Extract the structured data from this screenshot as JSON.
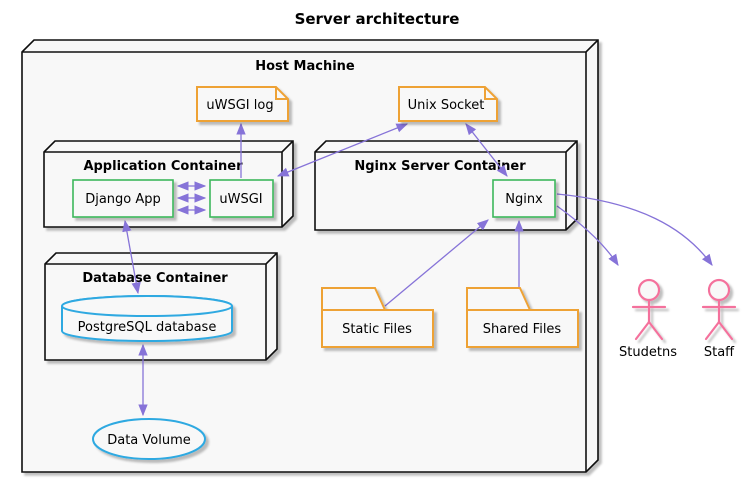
{
  "title": "Server architecture",
  "colors": {
    "arrow": "#8673d8",
    "orange": "#eea236",
    "green": "#3cb85c",
    "blue": "#2fa9e1",
    "pink": "#f4719c",
    "fill": "#f8f8f8",
    "line": "#111111"
  },
  "nodes": {
    "host": {
      "label": "Host Machine",
      "shape": "node-3d"
    },
    "uwsgi_log": {
      "label": "uWSGI log",
      "shape": "file"
    },
    "unix_socket": {
      "label": "Unix Socket",
      "shape": "file"
    },
    "app_container": {
      "label": "Application Container",
      "shape": "node-3d"
    },
    "django": {
      "label": "Django App",
      "shape": "rectangle"
    },
    "uwsgi": {
      "label": "uWSGI",
      "shape": "rectangle"
    },
    "nginx_container": {
      "label": "Nginx Server Container",
      "shape": "node-3d"
    },
    "nginx": {
      "label": "Nginx",
      "shape": "rectangle"
    },
    "db_container": {
      "label": "Database Container",
      "shape": "node-3d"
    },
    "postgres": {
      "label": "PostgreSQL database",
      "shape": "database-cylinder"
    },
    "data_volume": {
      "label": "Data Volume",
      "shape": "ellipse"
    },
    "static_files": {
      "label": "Static Files",
      "shape": "folder"
    },
    "shared_files": {
      "label": "Shared Files",
      "shape": "folder"
    },
    "students": {
      "label": "Studetns",
      "shape": "actor"
    },
    "staff": {
      "label": "Staff",
      "shape": "actor"
    }
  },
  "edges": [
    {
      "from": "uWSGI",
      "to": "uWSGI log",
      "bidirectional": false
    },
    {
      "from": "uWSGI",
      "to": "Unix Socket",
      "bidirectional": true
    },
    {
      "from": "Unix Socket",
      "to": "Nginx",
      "bidirectional": true
    },
    {
      "from": "Django App",
      "to": "uWSGI",
      "bidirectional": true,
      "count": 3
    },
    {
      "from": "Django App",
      "to": "PostgreSQL database",
      "bidirectional": true
    },
    {
      "from": "PostgreSQL database",
      "to": "Data Volume",
      "bidirectional": true
    },
    {
      "from": "Static Files",
      "to": "Nginx",
      "bidirectional": false
    },
    {
      "from": "Shared Files",
      "to": "Nginx",
      "bidirectional": false
    },
    {
      "from": "Nginx",
      "to": "Studetns",
      "bidirectional": false
    },
    {
      "from": "Nginx",
      "to": "Staff",
      "bidirectional": false
    }
  ]
}
